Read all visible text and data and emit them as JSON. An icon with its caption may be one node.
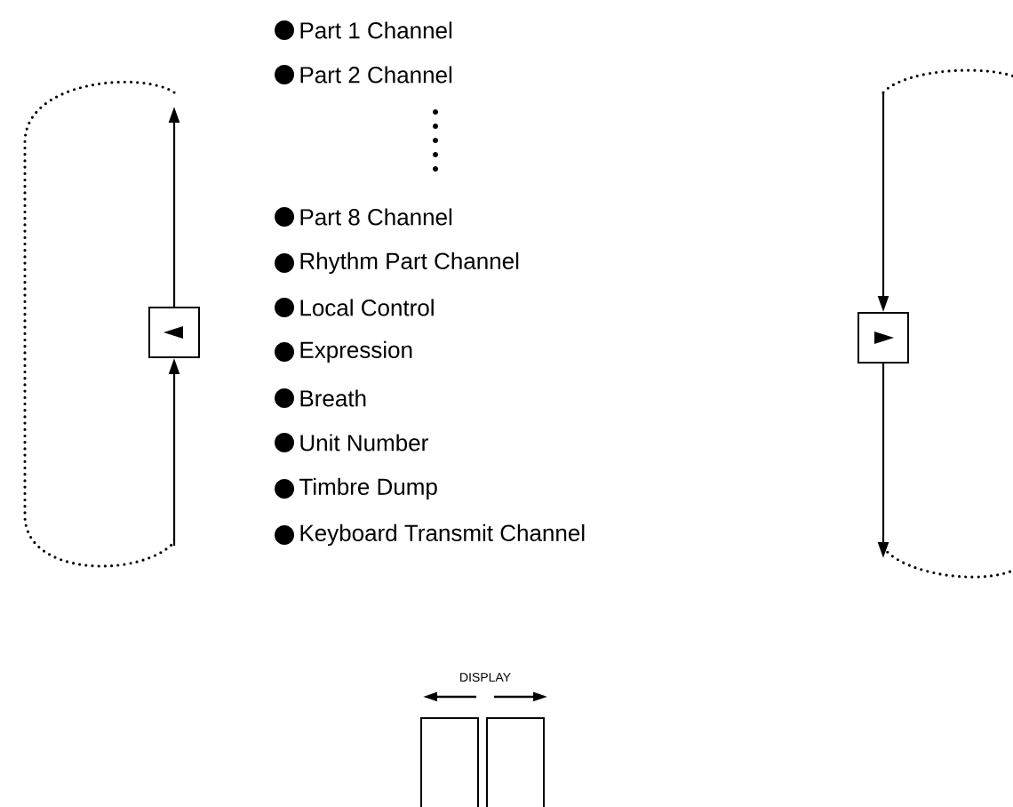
{
  "diagram": {
    "nodes": [
      {
        "text": [],
        "shape": "box"
      },
      {
        "text": [],
        "shape": "box"
      }
    ],
    "edges": [
      {
        "from": null,
        "to": 0,
        "arrow": "to"
      },
      {
        "from": 0,
        "to": null,
        "arrow": "to"
      },
      {
        "from": null,
        "to": 1,
        "arrow": "to"
      },
      {
        "from": 1,
        "to": null,
        "arrow": "to"
      }
    ],
    "labels": [
      "Part 1 Channel",
      "Part 2 Channel",
      "Part 8 Channel",
      "Rhythm Part Channel",
      "Local Control",
      "Expression",
      "Breath",
      "Unit Number",
      "Timbre Dump",
      "Keyboard Transmit Channel",
      "DISPLAY"
    ]
  }
}
